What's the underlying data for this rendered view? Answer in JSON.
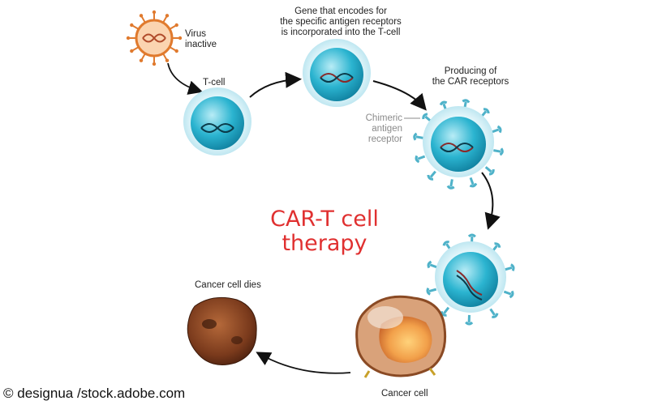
{
  "labels": {
    "virus": [
      "Virus",
      "inactive"
    ],
    "tcell": "T-cell",
    "gene": [
      "Gene that encodes for",
      "the specific antigen receptors",
      "is incorporated into the T-cell"
    ],
    "producing": [
      "Producing of",
      "the CAR receptors"
    ],
    "chimeric": [
      "Chimeric",
      "antigen",
      "receptor"
    ],
    "cancer_dies": "Cancer cell dies",
    "cancer_cell": "Cancer cell"
  },
  "title": [
    "CAR-T cell",
    "therapy"
  ],
  "credit": "© designua /stock.adobe.com",
  "colors": {
    "title": "#e03030",
    "cell": "#1aa3c2",
    "cell_light": "#8fd6e6",
    "receptor": "#4fb2c9",
    "virus": "#e07a2e",
    "cancer": "#7a3a1c",
    "arrow": "#111111"
  }
}
